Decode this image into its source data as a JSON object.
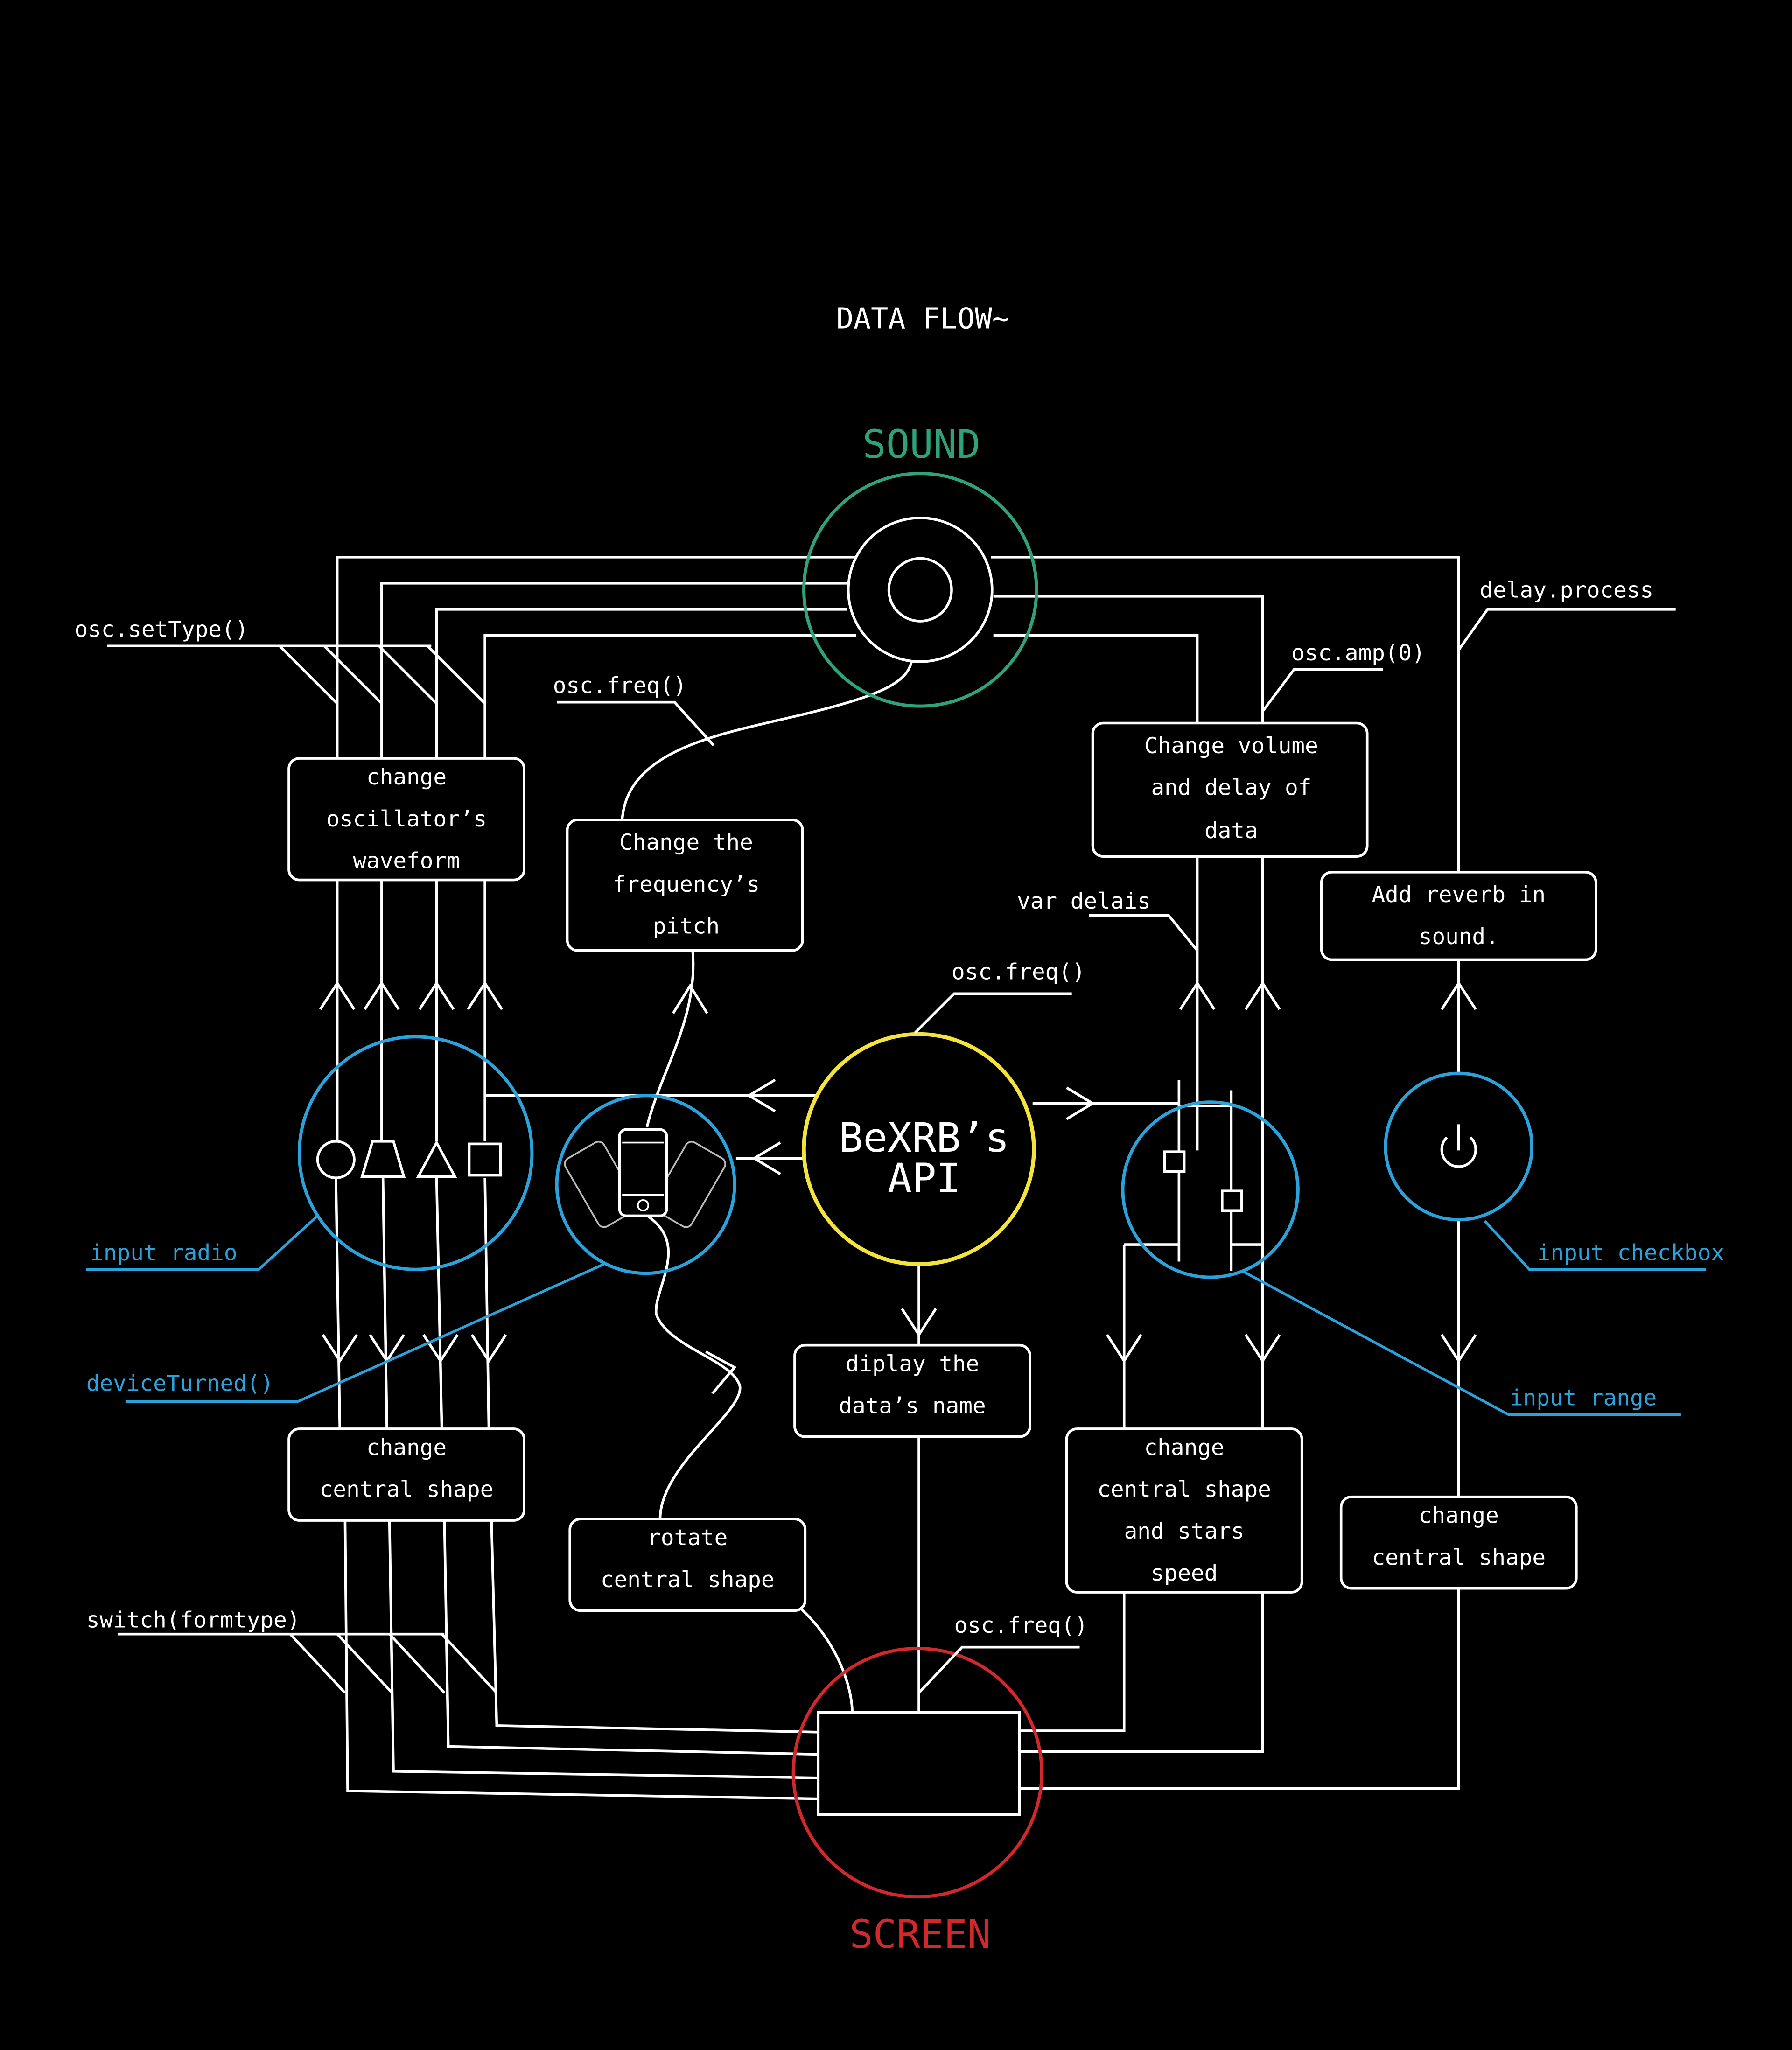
{
  "title": "DATA FLOW~",
  "nodes": {
    "sound": "SOUND",
    "screen": "SCREEN",
    "api": [
      "BeXRB’s",
      "API"
    ]
  },
  "boxes": {
    "osc_wave": [
      "change",
      "oscillator’s",
      "waveform"
    ],
    "freq_pitch": [
      "Change the",
      "frequency’s",
      "pitch"
    ],
    "volume_delay": [
      "Change volume",
      "and delay of",
      "data"
    ],
    "reverb": [
      "Add reverb in",
      "sound."
    ],
    "display_name": [
      "diplay the",
      "data’s name"
    ],
    "central_left": [
      "change",
      "central shape"
    ],
    "rotate": [
      "rotate",
      "central shape"
    ],
    "central_stars": [
      "change",
      "central shape",
      "and stars",
      "speed"
    ],
    "central_right": [
      "change",
      "central shape"
    ]
  },
  "labels": {
    "osc_settype": "osc.setType()",
    "osc_freq_top": "osc.freq()",
    "delay_process": "delay.process",
    "osc_amp": "osc.amp(0)",
    "var_delais": "var delais",
    "osc_freq_mid": "osc.freq()",
    "switch_formtype": "switch(formtype)",
    "osc_freq_bottom": "osc.freq()"
  },
  "inputs": {
    "radio": "input radio",
    "device_turned": "deviceTurned()",
    "checkbox": "input checkbox",
    "range": "input range"
  },
  "colors": {
    "background": "#000000",
    "line": "#ffffff",
    "sound": "#2fa27a",
    "screen": "#d3282b",
    "api": "#f2e43a",
    "input": "#2aa3dc"
  },
  "icons": [
    "circle-shape-icon",
    "trapezoid-shape-icon",
    "triangle-shape-icon",
    "square-shape-icon",
    "phone-rotation-icon",
    "power-icon",
    "range-slider-icon",
    "speaker-icon"
  ]
}
